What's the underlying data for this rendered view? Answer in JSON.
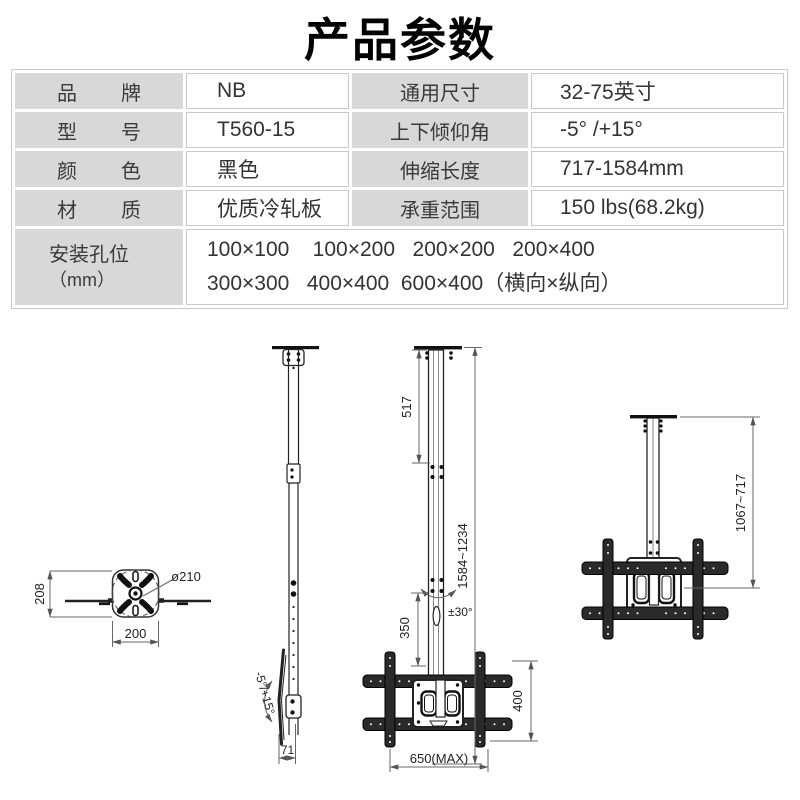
{
  "title": "产品参数",
  "colors": {
    "table_label_bg": "#d8d8d8",
    "table_border": "#c9c9c9",
    "drawing_line": "#222222",
    "dimension_line": "#666666"
  },
  "table": {
    "rows": [
      {
        "label": "品牌",
        "value": "NB",
        "label2": "通用尺寸",
        "value2": "32-75英寸"
      },
      {
        "label": "型号",
        "value": "T560-15",
        "label2": "上下倾仰角",
        "value2": "-5° /+15°"
      },
      {
        "label": "颜色",
        "value": "黑色",
        "label2": "伸缩长度",
        "value2": "717-1584mm"
      },
      {
        "label": "材质",
        "value": "优质冷轧板",
        "label2": "承重范围",
        "value2": "150 lbs(68.2kg)"
      }
    ],
    "mounting_row": {
      "label_line1": "安装孔位",
      "label_line2": "（mm）",
      "value_line1": "100×100    100×200   200×200   200×400",
      "value_line2": "300×300   400×400  600×400（横向×纵向）"
    }
  },
  "drawings": {
    "top_view": {
      "height_dim": "208",
      "width_dim": "200",
      "diameter_label": "ø210"
    },
    "side_view": {
      "tilt_label": "-5°/+15°",
      "depth_dim": "71"
    },
    "front_view": {
      "upper_tube_dim": "517",
      "total_length_dim": "1584~1234",
      "lower_tube_dim": "350",
      "swivel_label": "±30°",
      "bracket_height_dim": "400",
      "max_width_dim": "650(MAX)"
    },
    "retracted_view": {
      "length_dim": "1067~717"
    }
  }
}
